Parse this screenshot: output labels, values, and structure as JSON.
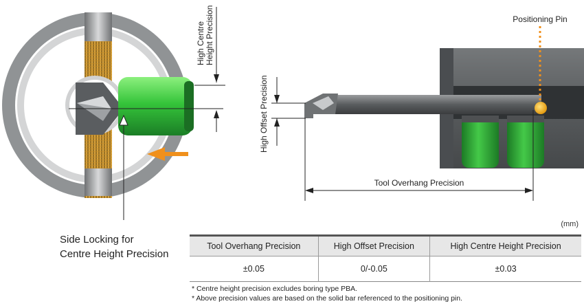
{
  "left_diagram": {
    "height_label_line1": "High Centre",
    "height_label_line2": "Height Precision",
    "side_label_line1": "Side Locking for",
    "side_label_line2": "Centre Height Precision"
  },
  "right_diagram": {
    "positioning_pin_label": "Positioning Pin",
    "offset_label": "High Offset Precision",
    "overhang_label": "Tool Overhang Precision"
  },
  "table": {
    "unit": "(mm)",
    "headers": [
      "Tool Overhang Precision",
      "High Offset Precision",
      "High Centre Height Precision"
    ],
    "values": [
      "±0.05",
      "0/-0.05",
      "±0.03"
    ]
  },
  "notes": [
    "* Centre height precision excludes boring type PBA.",
    "* Above precision values are based on the solid bar referenced to the positioning pin."
  ],
  "colors": {
    "accent_orange": "#f0901c",
    "insert_green": "#39c03c",
    "body_grey": "#5f6264"
  }
}
